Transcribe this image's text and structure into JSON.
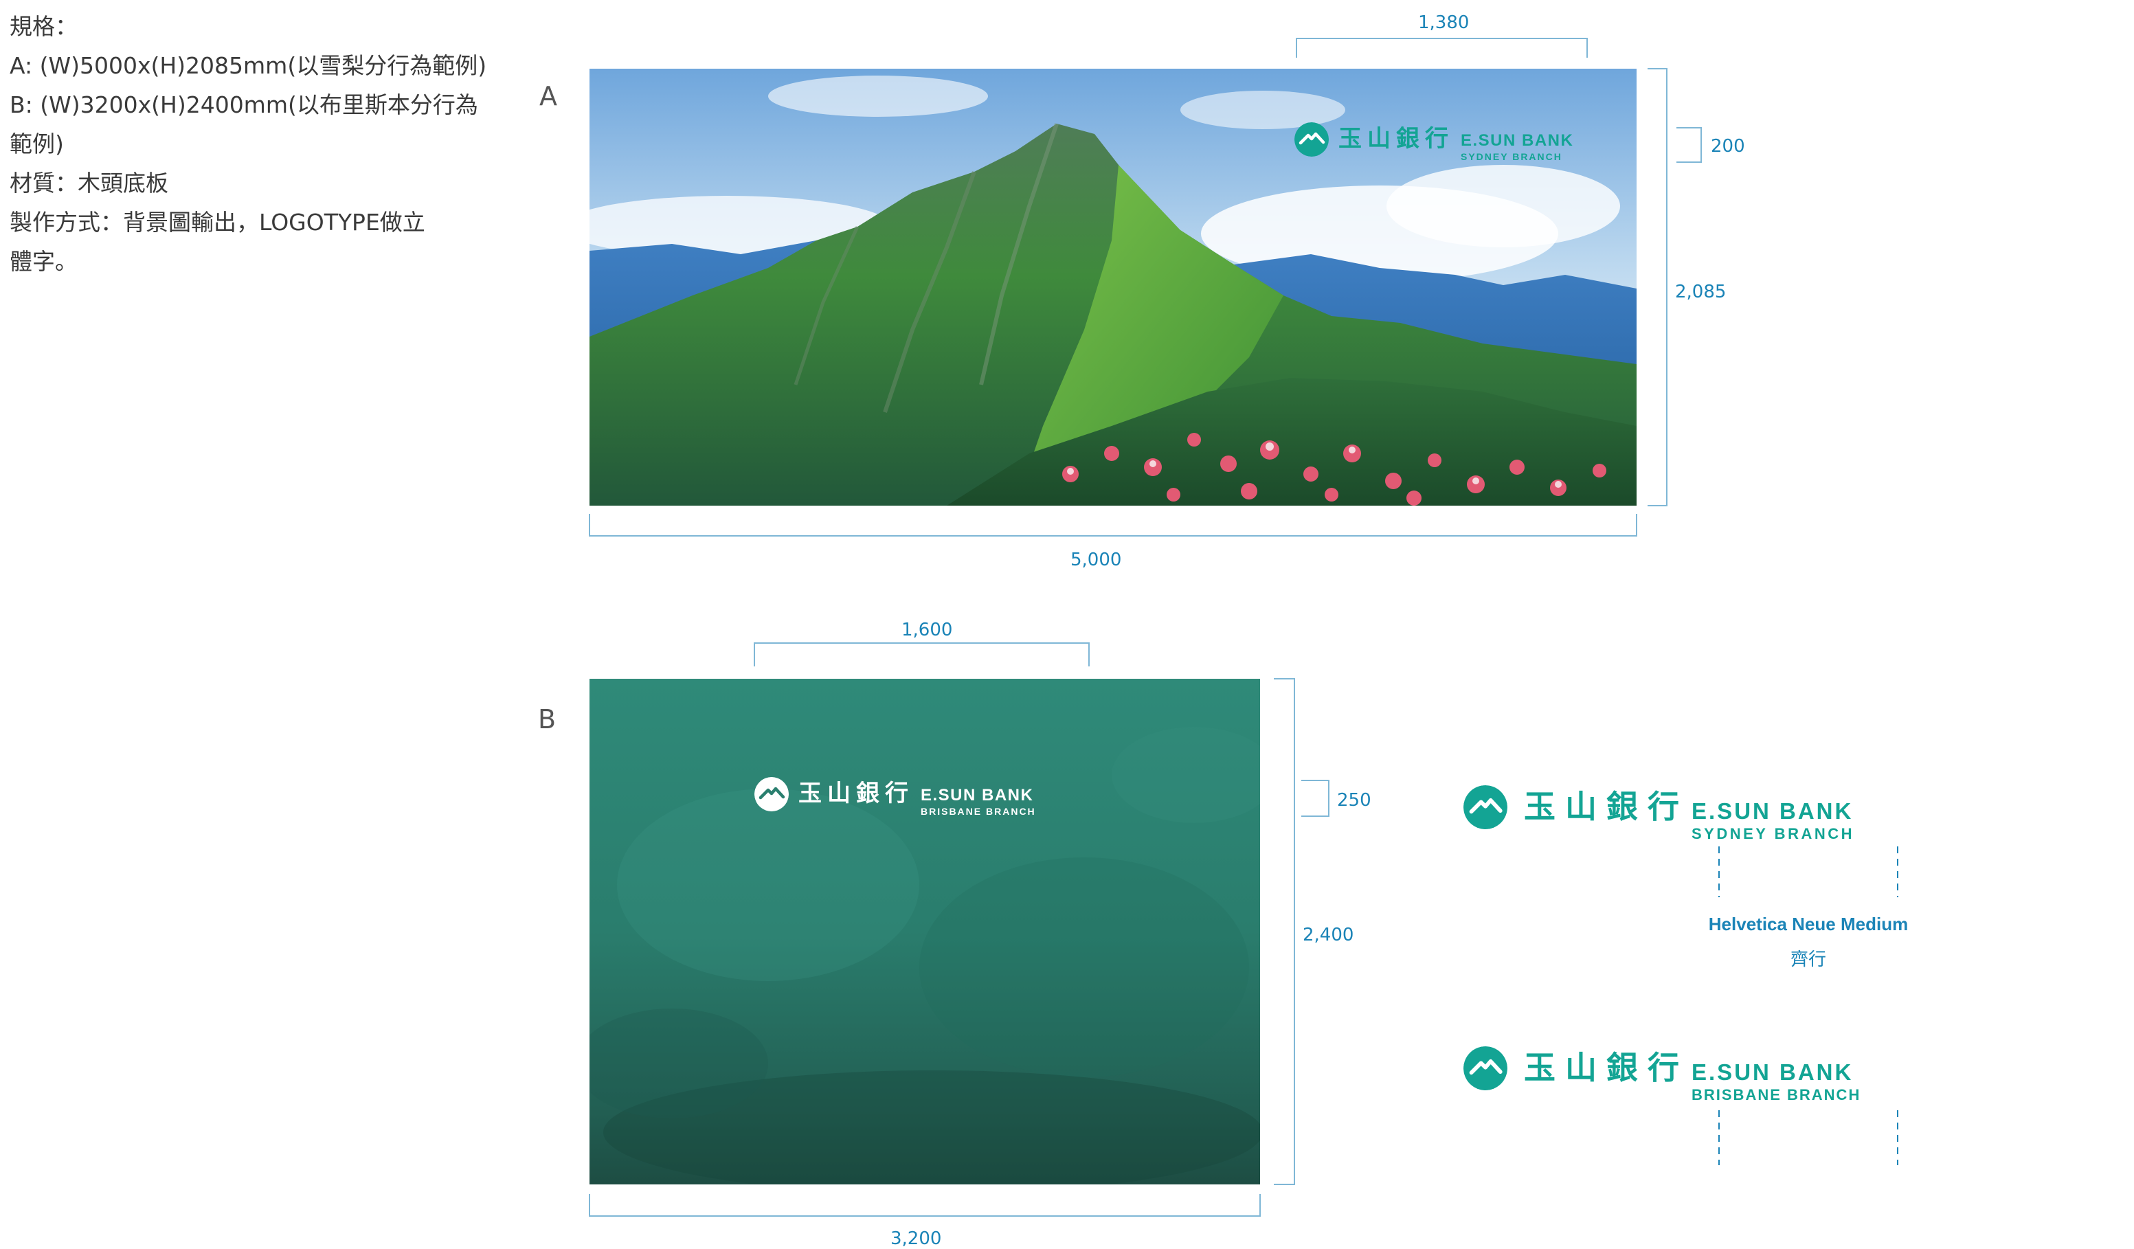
{
  "specs": {
    "lines": [
      "規格：",
      "A: (W)5000x(H)2085mm(以雪梨分行為範例)",
      "B: (W)3200x(H)2400mm(以布里斯本分行為",
      "範例)",
      "材質：木頭底板",
      "製作方式：背景圖輸出，LOGOTYPE做立",
      "體字。"
    ]
  },
  "panel_a": {
    "label": "A",
    "dims": {
      "logo_width": "1,380",
      "logo_height": "200",
      "height": "2,085",
      "width": "5,000"
    },
    "logo": {
      "chinese": "玉山銀行",
      "english": "E.SUN BANK",
      "branch": "SYDNEY BRANCH"
    }
  },
  "panel_b": {
    "label": "B",
    "dims": {
      "logo_width": "1,600",
      "logo_height": "250",
      "height": "2,400",
      "width": "3,200"
    },
    "logo": {
      "chinese": "玉山銀行",
      "english": "E.SUN BANK",
      "branch": "BRISBANE BRANCH"
    }
  },
  "alignment": {
    "logo1": {
      "chinese": "玉山銀行",
      "english": "E.SUN BANK",
      "branch": "SYDNEY BRANCH"
    },
    "font_note": "Helvetica Neue Medium",
    "align_note": "齊行",
    "logo2": {
      "chinese": "玉山銀行",
      "english": "E.SUN BANK",
      "branch": "BRISBANE BRANCH"
    }
  },
  "colors": {
    "dimension": "#1b84b7",
    "brand_teal": "#13a494",
    "panel_b_background": "#2a7f6f"
  }
}
